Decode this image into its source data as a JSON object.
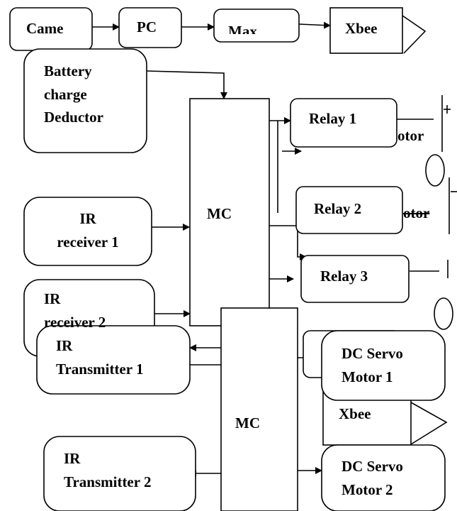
{
  "diagram": {
    "blocks": {
      "camera": "Came",
      "pc": "PC",
      "max": "Max",
      "xbee_top": "Xbee",
      "battery": [
        "Battery",
        "charge",
        "Deductor"
      ],
      "mc_top": "MC",
      "relay1": "Relay 1",
      "relay2": "Relay 2",
      "relay3": "Relay 3",
      "ir_receiver1": [
        "IR",
        "receiver 1"
      ],
      "ir_receiver2": [
        "IR",
        "receiver 2"
      ],
      "ir_transmitter1": [
        "IR",
        "Transmitter 1"
      ],
      "mc_bottom": "MC",
      "dc_servo1": [
        "DC Servo",
        "Motor 1"
      ],
      "xbee_bottom": "Xbee",
      "ir_transmitter2": [
        "IR",
        "Transmitter 2"
      ],
      "dc_servo2": [
        "DC Servo",
        "Motor 2"
      ]
    },
    "overflow_text": {
      "motor_top": "otor",
      "motor_mid": "otor"
    }
  }
}
